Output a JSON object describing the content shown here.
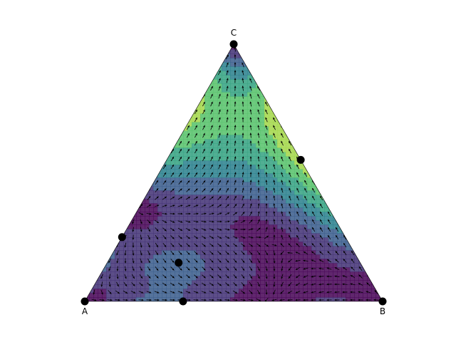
{
  "figure": {
    "type": "ternary-phase-portrait",
    "vertex_labels": {
      "a": "A",
      "b": "B",
      "c": "C"
    },
    "colormap": [
      "#440154",
      "#3b528b",
      "#21918c",
      "#5ec962",
      "#fde725"
    ],
    "background": "#ffffff",
    "rest_point_color": "#000000",
    "arrow_color": "#000000",
    "contour_levels": 7,
    "rest_points": [
      {
        "label": "A",
        "barycentric": [
          1.0,
          0.0,
          0.0
        ]
      },
      {
        "label": "B",
        "barycentric": [
          0.0,
          1.0,
          0.0
        ]
      },
      {
        "label": "C",
        "barycentric": [
          0.0,
          0.0,
          1.0
        ]
      },
      {
        "label": "AB",
        "barycentric": [
          0.67,
          0.33,
          0.0
        ]
      },
      {
        "label": "AC",
        "barycentric": [
          0.75,
          0.0,
          0.25
        ]
      },
      {
        "label": "BC",
        "barycentric": [
          0.0,
          0.45,
          0.55
        ]
      },
      {
        "label": "interior",
        "barycentric": [
          0.61,
          0.24,
          0.15
        ]
      }
    ]
  }
}
